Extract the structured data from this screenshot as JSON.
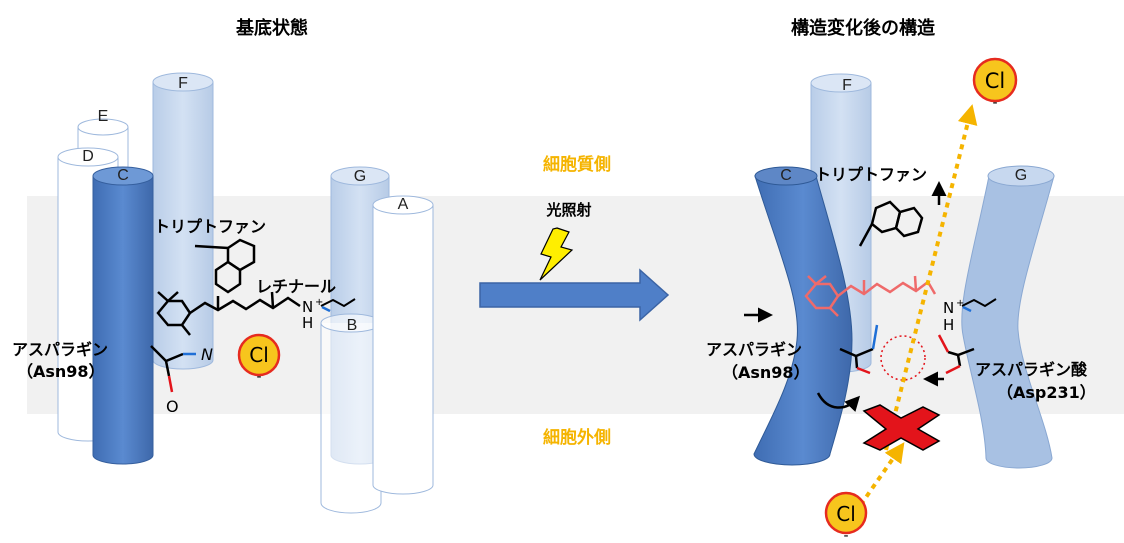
{
  "titles": {
    "ground_state": "基底状態",
    "after_change": "構造変化後の構造"
  },
  "regions": {
    "cytoplasmic": "細胞質側",
    "extracellular": "細胞外側"
  },
  "light": {
    "label": "光照射"
  },
  "helices": {
    "A": "A",
    "B": "B",
    "C": "C",
    "D": "D",
    "E": "E",
    "F": "F",
    "G": "G"
  },
  "left": {
    "tryptophan": "トリプトファン",
    "retinal": "レチナール",
    "asparagine": "アスパラギン",
    "asn_code": "（Asn98）",
    "atom_n": "N",
    "atom_o": "O",
    "schiff_n": "N",
    "schiff_plus": "+",
    "schiff_h": "H"
  },
  "right": {
    "tryptophan": "トリプトファン",
    "asparagine": "アスパラギン",
    "asn_code": "（Asn98）",
    "aspartic": "アスパラギン酸",
    "asp_code": "（Asp231）",
    "schiff_n": "N",
    "schiff_plus": "+",
    "schiff_h": "H"
  },
  "ions": {
    "symbol": "Cl",
    "charge": "-"
  },
  "colors": {
    "membrane": "#f1f1f1",
    "helix_c": "#4f7fc8",
    "helix_light": "#c6d8ef",
    "helix_outline": "#9fb9dd",
    "ion_fill": "#f7c51d",
    "ion_ring": "#e62b1f",
    "retinal_right": "#ef6a6a",
    "arrow_blue": "#4f7fc8",
    "dotted_arrow": "#f5b400",
    "cross": "#e3141b",
    "region_text": "#f5b400"
  }
}
